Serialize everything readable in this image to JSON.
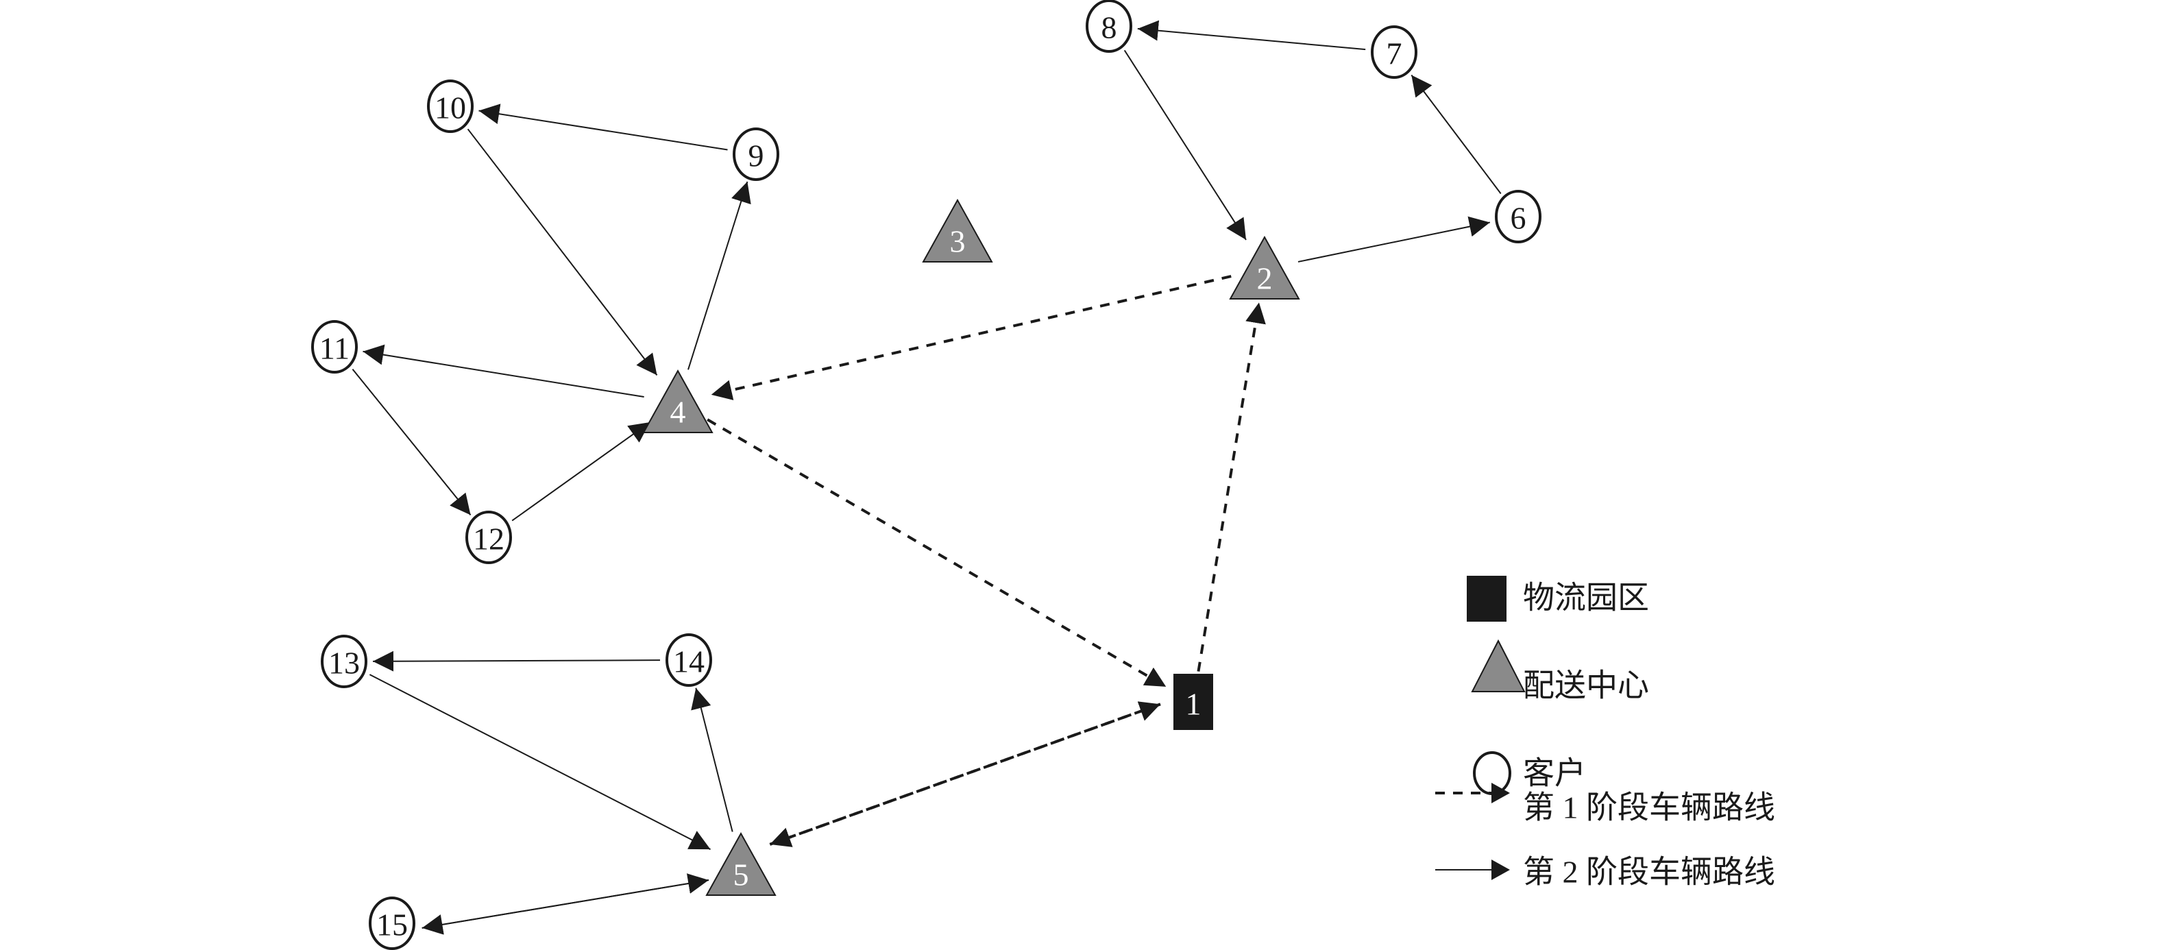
{
  "diagram": {
    "type": "two-echelon vehicle routing network",
    "colors": {
      "park_fill": "#1a1a1a",
      "center_fill": "#8a8a8a",
      "customer_fill": "#ffffff",
      "line": "#1a1a1a",
      "park_label": "#ffffff",
      "center_label": "#ffffff",
      "customer_label": "#1a1a1a"
    },
    "nodes": [
      {
        "id": "1",
        "kind": "park"
      },
      {
        "id": "2",
        "kind": "center"
      },
      {
        "id": "3",
        "kind": "center"
      },
      {
        "id": "4",
        "kind": "center"
      },
      {
        "id": "5",
        "kind": "center"
      },
      {
        "id": "6",
        "kind": "customer"
      },
      {
        "id": "7",
        "kind": "customer"
      },
      {
        "id": "8",
        "kind": "customer"
      },
      {
        "id": "9",
        "kind": "customer"
      },
      {
        "id": "10",
        "kind": "customer"
      },
      {
        "id": "11",
        "kind": "customer"
      },
      {
        "id": "12",
        "kind": "customer"
      },
      {
        "id": "13",
        "kind": "customer"
      },
      {
        "id": "14",
        "kind": "customer"
      },
      {
        "id": "15",
        "kind": "customer"
      }
    ],
    "edges": [
      {
        "from": "1",
        "to": "2",
        "stage": 1
      },
      {
        "from": "2",
        "to": "4",
        "stage": 1
      },
      {
        "from": "4",
        "to": "1",
        "stage": 1
      },
      {
        "from": "1",
        "to": "5",
        "stage": 1
      },
      {
        "from": "5",
        "to": "1",
        "stage": 1
      },
      {
        "from": "2",
        "to": "6",
        "stage": 2
      },
      {
        "from": "6",
        "to": "7",
        "stage": 2
      },
      {
        "from": "7",
        "to": "8",
        "stage": 2
      },
      {
        "from": "8",
        "to": "2",
        "stage": 2
      },
      {
        "from": "4",
        "to": "9",
        "stage": 2
      },
      {
        "from": "9",
        "to": "10",
        "stage": 2
      },
      {
        "from": "10",
        "to": "4",
        "stage": 2
      },
      {
        "from": "4",
        "to": "11",
        "stage": 2
      },
      {
        "from": "11",
        "to": "12",
        "stage": 2
      },
      {
        "from": "12",
        "to": "4",
        "stage": 2
      },
      {
        "from": "5",
        "to": "14",
        "stage": 2
      },
      {
        "from": "14",
        "to": "13",
        "stage": 2
      },
      {
        "from": "13",
        "to": "5",
        "stage": 2
      },
      {
        "from": "5",
        "to": "15",
        "stage": 2
      },
      {
        "from": "15",
        "to": "5",
        "stage": 2
      }
    ]
  },
  "legend": {
    "items": [
      {
        "symbol": "square",
        "label": "物流园区"
      },
      {
        "symbol": "triangle",
        "label": "配送中心"
      },
      {
        "symbol": "circle",
        "label": "客户"
      },
      {
        "symbol": "dashed-arrow",
        "label": "第 1 阶段车辆路线"
      },
      {
        "symbol": "solid-arrow",
        "label": "第 2 阶段车辆路线"
      }
    ]
  }
}
